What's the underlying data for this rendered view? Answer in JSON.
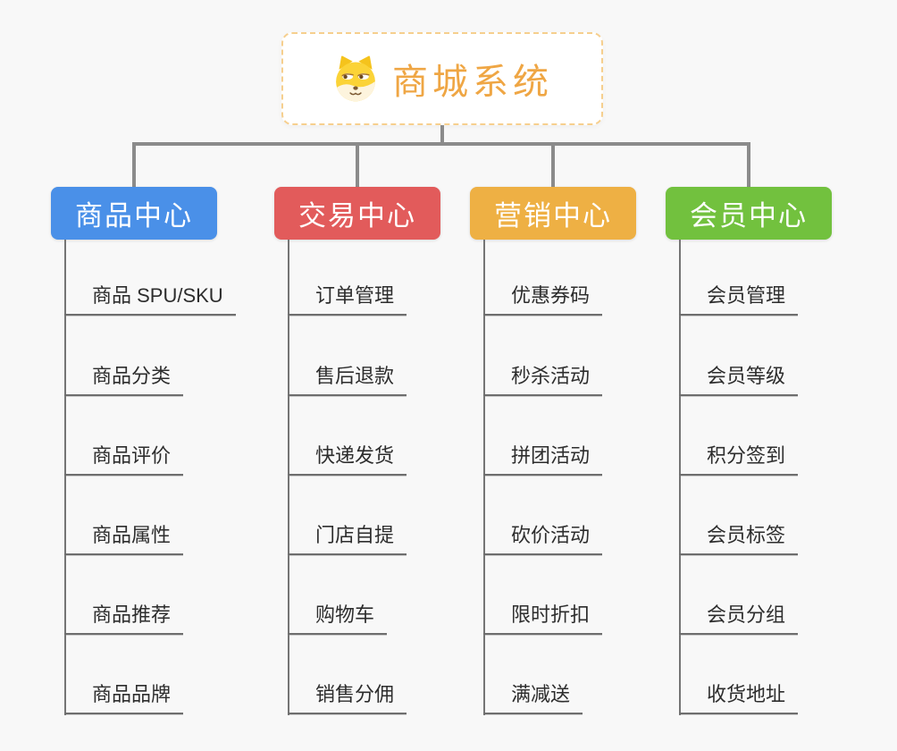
{
  "root": {
    "title": "商城系统",
    "icon": "doge-icon"
  },
  "branches": [
    {
      "label": "商品中心",
      "color": "#4a90e8",
      "children": [
        "商品 SPU/SKU",
        "商品分类",
        "商品评价",
        "商品属性",
        "商品推荐",
        "商品品牌"
      ]
    },
    {
      "label": "交易中心",
      "color": "#e25b5b",
      "children": [
        "订单管理",
        "售后退款",
        "快递发货",
        "门店自提",
        "购物车",
        "销售分佣"
      ]
    },
    {
      "label": "营销中心",
      "color": "#eeb044",
      "children": [
        "优惠券码",
        "秒杀活动",
        "拼团活动",
        "砍价活动",
        "限时折扣",
        "满减送"
      ]
    },
    {
      "label": "会员中心",
      "color": "#72c13e",
      "children": [
        "会员管理",
        "会员等级",
        "积分签到",
        "会员标签",
        "会员分组",
        "收货地址"
      ]
    }
  ],
  "colors": {
    "background": "#f8f8f8",
    "connector": "#8b8b8b",
    "root_border": "#f6cf8e",
    "root_text": "#efa644",
    "leaf_text": "#2d2d2d",
    "leaf_line": "#6e6e6e"
  }
}
